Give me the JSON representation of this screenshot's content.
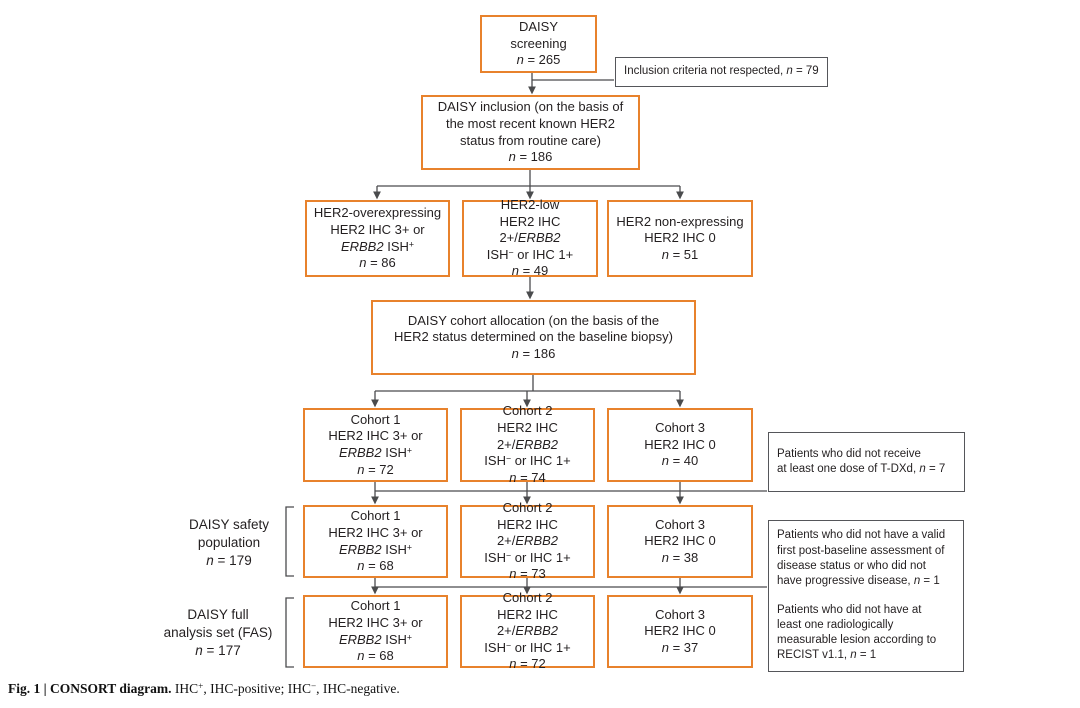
{
  "colors": {
    "flow_box_border": "#E8822C",
    "exclusion_box_border": "#55565A",
    "connector_line": "#4A4B4D",
    "text": "#231F20"
  },
  "screening": {
    "line1": "DAISY",
    "line2": "screening",
    "n": "n = 265"
  },
  "exclusion_criteria": {
    "pre": "Inclusion criteria not respected, ",
    "n_italic": "n",
    "post": " = 79"
  },
  "inclusion": {
    "line1": "DAISY inclusion (on the basis of",
    "line2": "the most recent known HER2",
    "line3": "status from routine care)",
    "n": "n = 186"
  },
  "her2_groups": {
    "over": {
      "line1": "HER2-overexpressing",
      "line2": "HER2 IHC 3+ or",
      "gene": "ERBB2",
      "ish": " ISH",
      "ish_sup": "+",
      "n": "n = 86"
    },
    "low": {
      "line1": "HER2-low",
      "line2_pre": "HER2 IHC 2+/",
      "gene": "ERBB2",
      "line3_a": "ISH",
      "line3_sup": "−",
      "line3_b": " or IHC 1+",
      "n": "n = 49"
    },
    "non": {
      "line1": "HER2 non-expressing",
      "line2": "HER2 IHC 0",
      "n": "n = 51"
    }
  },
  "allocation": {
    "line1": "DAISY cohort allocation (on the basis of the",
    "line2": "HER2 status determined on the baseline biopsy)",
    "n": "n = 186"
  },
  "cohort_rows": {
    "allocation": {
      "c1": {
        "title": "Cohort 1",
        "line2": "HER2 IHC 3+ or",
        "gene": "ERBB2",
        "ish": " ISH",
        "ish_sup": "+",
        "n": "n = 72"
      },
      "c2": {
        "title": "Cohort 2",
        "line2_pre": "HER2 IHC 2+/",
        "gene": "ERBB2",
        "line3_a": "ISH",
        "line3_sup": "−",
        "line3_b": " or IHC 1+",
        "n": "n = 74"
      },
      "c3": {
        "title": "Cohort 3",
        "line2": "HER2 IHC 0",
        "n": "n = 40"
      }
    },
    "safety": {
      "c1": {
        "title": "Cohort 1",
        "line2": "HER2 IHC 3+ or",
        "gene": "ERBB2",
        "ish": " ISH",
        "ish_sup": "+",
        "n": "n = 68"
      },
      "c2": {
        "title": "Cohort 2",
        "line2_pre": "HER2 IHC 2+/",
        "gene": "ERBB2",
        "line3_a": "ISH",
        "line3_sup": "−",
        "line3_b": " or IHC 1+",
        "n": "n = 73"
      },
      "c3": {
        "title": "Cohort 3",
        "line2": "HER2 IHC 0",
        "n": "n = 38"
      }
    },
    "fas": {
      "c1": {
        "title": "Cohort 1",
        "line2": "HER2 IHC 3+ or",
        "gene": "ERBB2",
        "ish": " ISH",
        "ish_sup": "+",
        "n": "n = 68"
      },
      "c2": {
        "title": "Cohort 2",
        "line2_pre": "HER2 IHC 2+/",
        "gene": "ERBB2",
        "line3_a": "ISH",
        "line3_sup": "−",
        "line3_b": " or IHC 1+",
        "n": "n = 72"
      },
      "c3": {
        "title": "Cohort 3",
        "line2": "HER2 IHC 0",
        "n": "n = 37"
      }
    }
  },
  "side_labels": {
    "safety": {
      "line1": "DAISY safety",
      "line2": "population",
      "n": "n = 179"
    },
    "fas": {
      "line1": "DAISY full",
      "line2": "analysis set (FAS)",
      "n": "n = 177"
    }
  },
  "exclusion_tdxd": {
    "line1": "Patients who did not receive",
    "line2": "at least one dose of T-DXd, ",
    "n_italic": "n",
    "post": " = 7"
  },
  "exclusion_fas": {
    "p1": {
      "lines": [
        "Patients who did not have a valid",
        "first post-baseline assessment of",
        "disease status or who did not"
      ],
      "last": "have progressive disease, ",
      "n_italic": "n",
      "post": " = 1"
    },
    "p2": {
      "lines": [
        "Patients who did not have at",
        "least one radiologically",
        "measurable lesion according to"
      ],
      "last": "RECIST v1.1, ",
      "n_italic": "n",
      "post": " = 1"
    }
  },
  "caption": {
    "bold": "Fig. 1 | CONSORT diagram.",
    "s1": " IHC",
    "sup1": "+",
    "s2": ", IHC-positive; IHC",
    "sup2": "−",
    "s3": ", IHC-negative."
  }
}
